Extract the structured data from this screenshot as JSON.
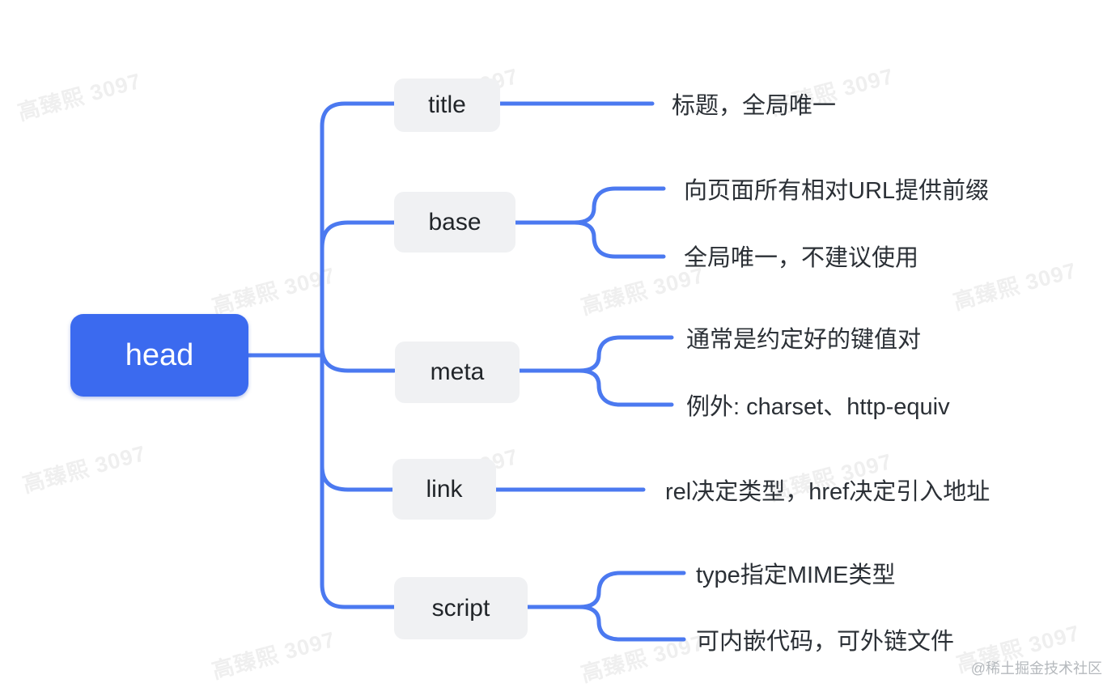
{
  "diagram": {
    "root": {
      "label": "head"
    },
    "branches": [
      {
        "label": "title",
        "leaves": [
          "标题，全局唯一"
        ]
      },
      {
        "label": "base",
        "leaves": [
          "向页面所有相对URL提供前缀",
          "全局唯一，不建议使用"
        ]
      },
      {
        "label": "meta",
        "leaves": [
          "通常是约定好的键值对",
          "例外: charset、http-equiv"
        ]
      },
      {
        "label": "link",
        "leaves": [
          "rel决定类型，href决定引入地址"
        ]
      },
      {
        "label": "script",
        "leaves": [
          "type指定MIME类型",
          "可内嵌代码，可外链文件"
        ]
      }
    ]
  },
  "watermark": {
    "text": "高臻熙 3097"
  },
  "credit": {
    "text": "@稀土掘金技术社区"
  },
  "colors": {
    "root_fill": "#3B6AEF",
    "connector": "#4B79F0",
    "node_fill": "#F0F1F3",
    "node_text": "#212529",
    "leaf_text": "#2B3036"
  }
}
